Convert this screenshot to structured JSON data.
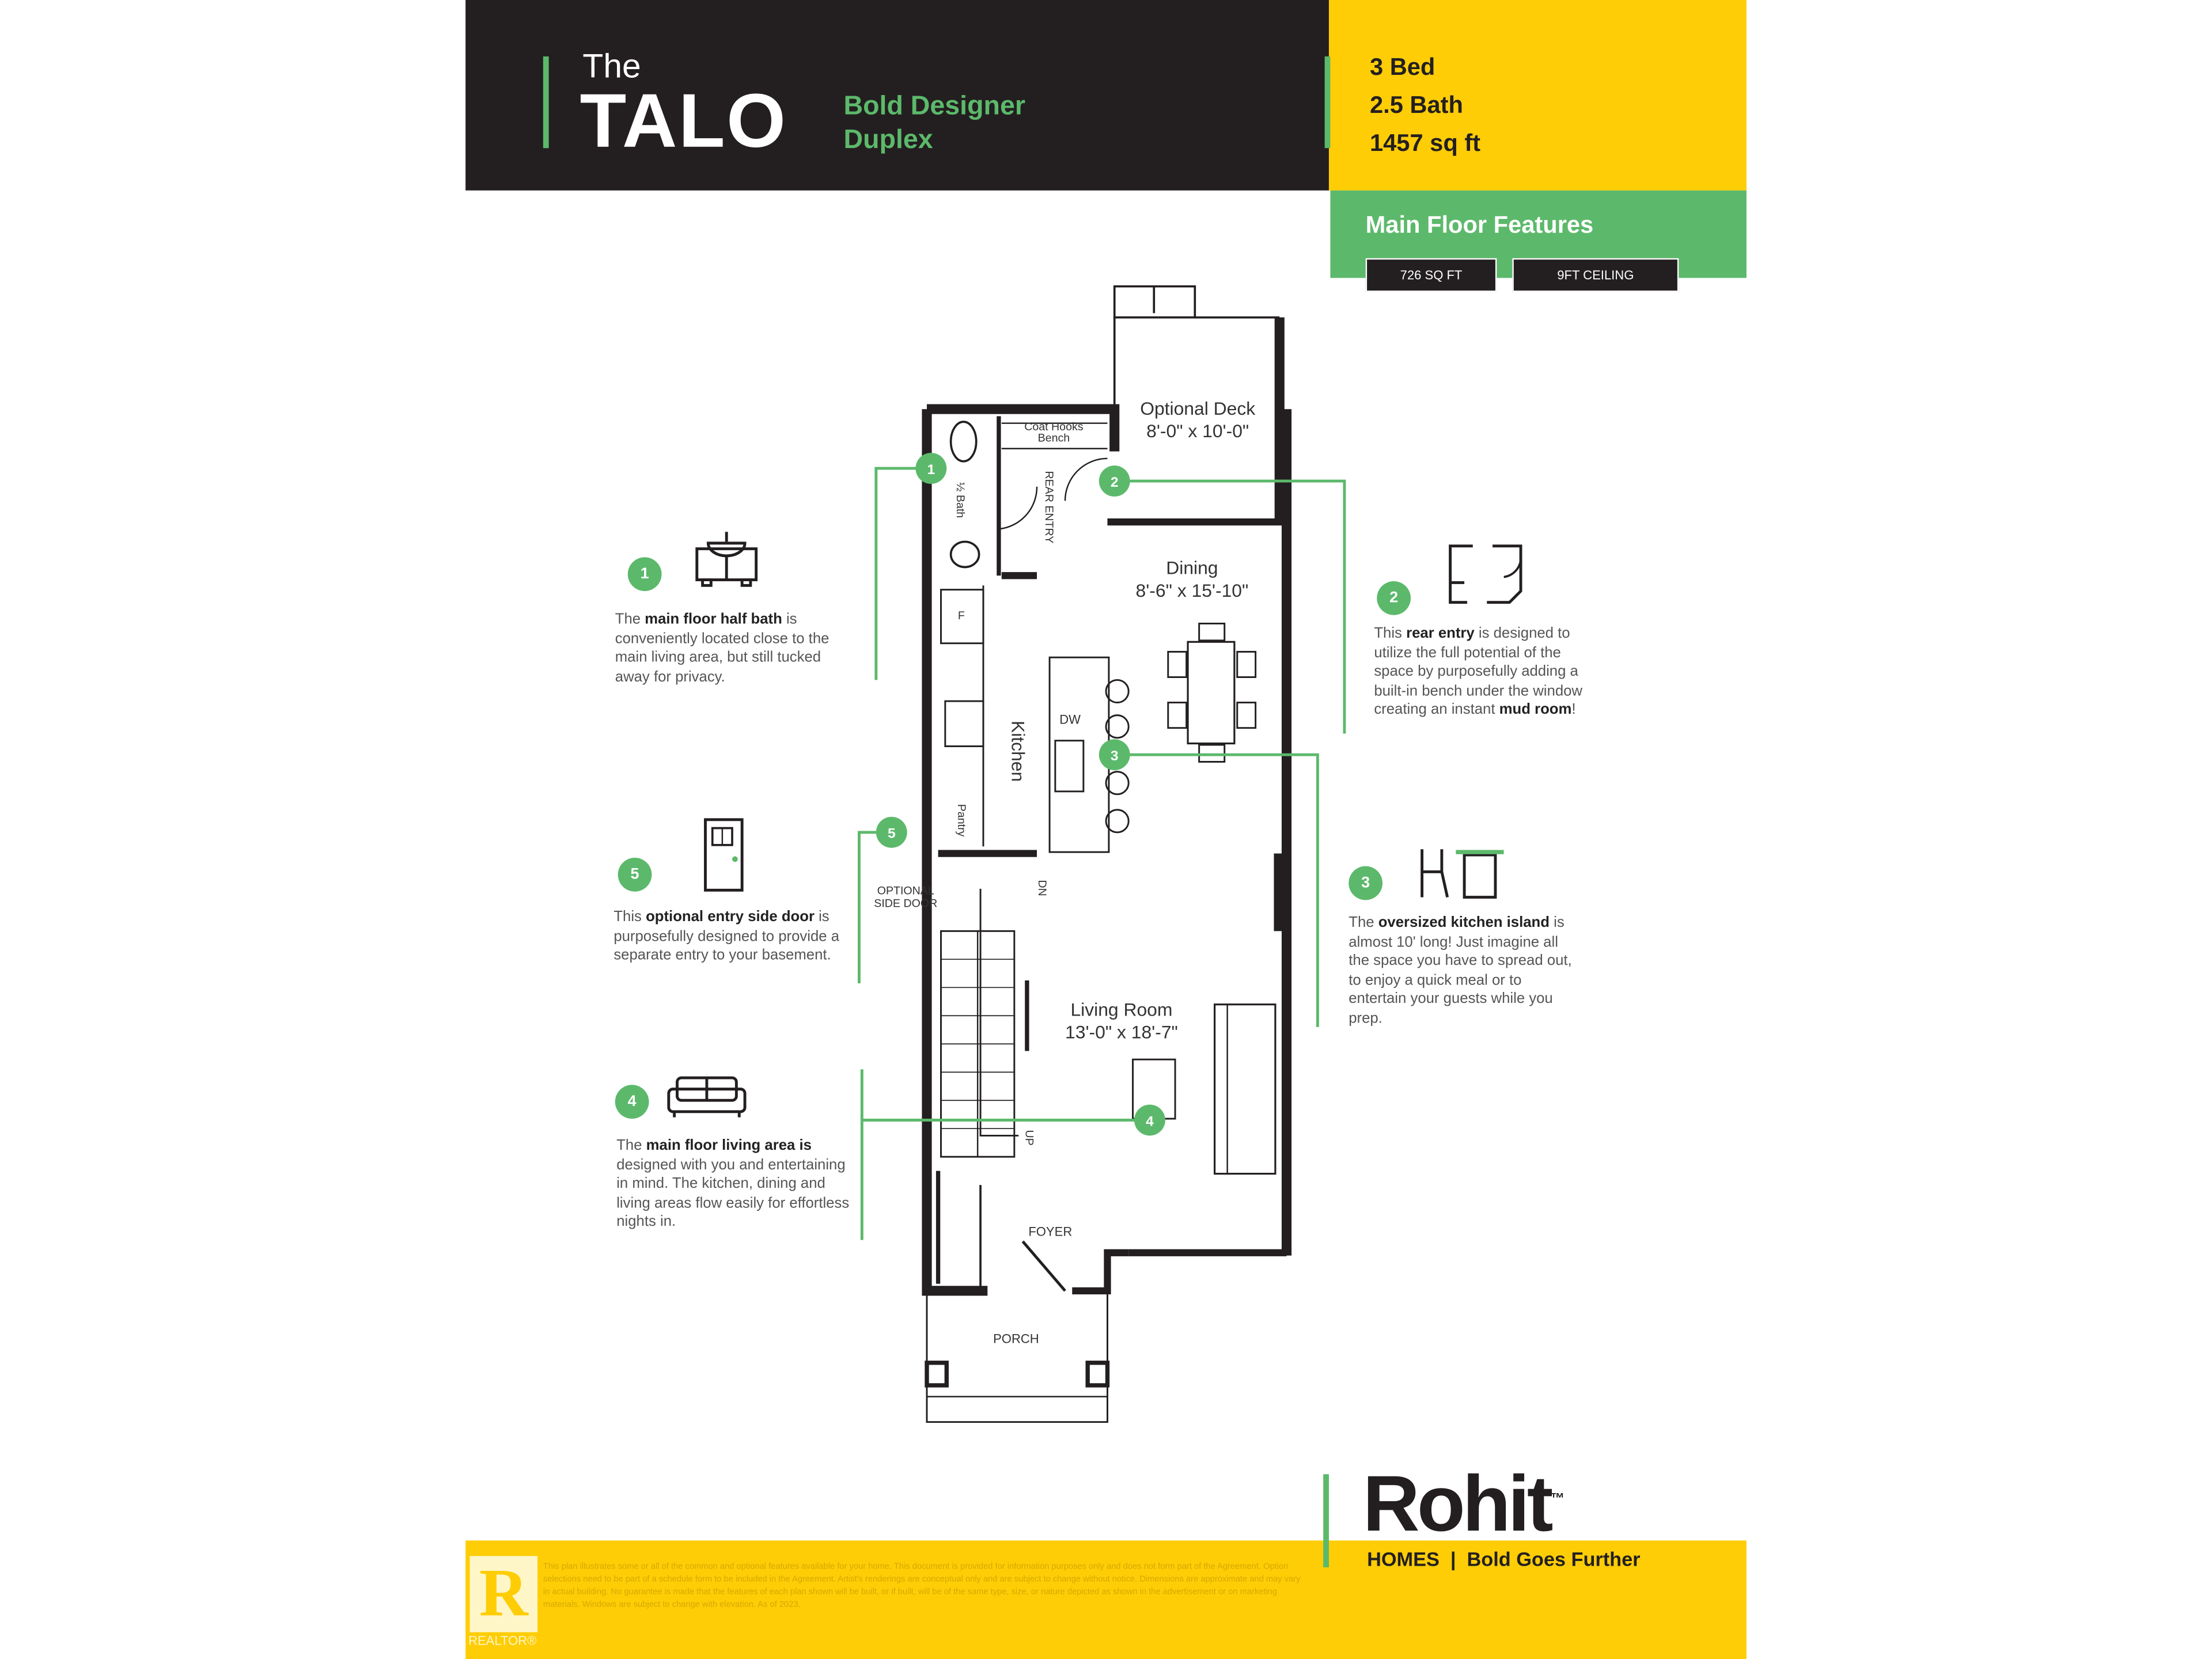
{
  "header": {
    "pre_title": "The",
    "title": "TALO",
    "tagline_line1": "Bold Designer",
    "tagline_line2": "Duplex"
  },
  "specs": {
    "beds": "3 Bed",
    "baths": "2.5 Bath",
    "area": "1457 sq ft"
  },
  "features": {
    "heading": "Main Floor Features",
    "pills": [
      "726 SQ FT",
      "9FT CEILING"
    ]
  },
  "plan": {
    "rooms": [
      {
        "name": "Optional Deck",
        "dims": "8'-0\" x 10'-0\""
      },
      {
        "name": "Dining",
        "dims": "8'-6\" x 15'-10\""
      },
      {
        "name": "Living Room",
        "dims": "13'-0\" x 18'-7\""
      }
    ],
    "labels": {
      "coat": "Coat Hooks",
      "bench": "Bench",
      "half_bath": "½ Bath",
      "rear_entry": "REAR ENTRY",
      "kitchen": "Kitchen",
      "pantry": "Pantry",
      "dw": "DW",
      "fridge": "F",
      "side_door_1": "OPTIONAL",
      "side_door_2": "SIDE DOOR",
      "dn": "DN",
      "up": "UP",
      "foyer": "FOYER",
      "porch": "PORCH"
    }
  },
  "callouts": [
    {
      "num": "1",
      "icon": "vanity-icon",
      "pre": "The ",
      "bold": "main floor half bath",
      "post": " is conveniently located close to the main living area, but still tucked away for privacy."
    },
    {
      "num": "2",
      "icon": "rear-entry-plan-icon",
      "pre": "This ",
      "bold": "rear entry",
      "post": " is designed to utilize the full potential of the space by purposefully adding a built-in bench under the window creating an instant ",
      "bold2": "mud room",
      "post2": "!"
    },
    {
      "num": "3",
      "icon": "kitchen-island-icon",
      "pre": "The ",
      "bold": "oversized kitchen island",
      "post": " is almost 10' long! Just imagine all the space you have to spread out, to enjoy a quick meal or to entertain your guests while you prep."
    },
    {
      "num": "4",
      "icon": "sofa-icon",
      "pre": "The ",
      "bold": "main floor living area is",
      "post": " designed with you and entertaining in mind. The kitchen, dining and living areas flow easily for effortless nights in."
    },
    {
      "num": "5",
      "icon": "door-icon",
      "pre": "This ",
      "bold": "optional entry side door",
      "post": " is purposefully designed to provide a separate entry to your basement."
    }
  ],
  "brand": {
    "name": "Rohit",
    "tm": "™",
    "sub": "HOMES",
    "slogan": "Bold Goes Further"
  },
  "footer": {
    "realtor": "REALTOR®",
    "disclaimer": "This plan illustrates some or all of the common and optional features available for your home. This document is provided for information purposes only and does not form part of the Agreement. Option selections need to be part of a schedule form to be included in the Agreement. Artist's renderings are conceptual only and are subject to change without notice. Dimensions are approximate and may vary in actual building. No guarantee is made that the features of each plan shown will be built, or if built, will be of the same type, size, or nature depicted as shown in the advertisement or on marketing materials. Windows are subject to change with elevation. As of 2023."
  },
  "colors": {
    "green": "#5cb96b",
    "yellow": "#fecd06",
    "black": "#231f20"
  }
}
